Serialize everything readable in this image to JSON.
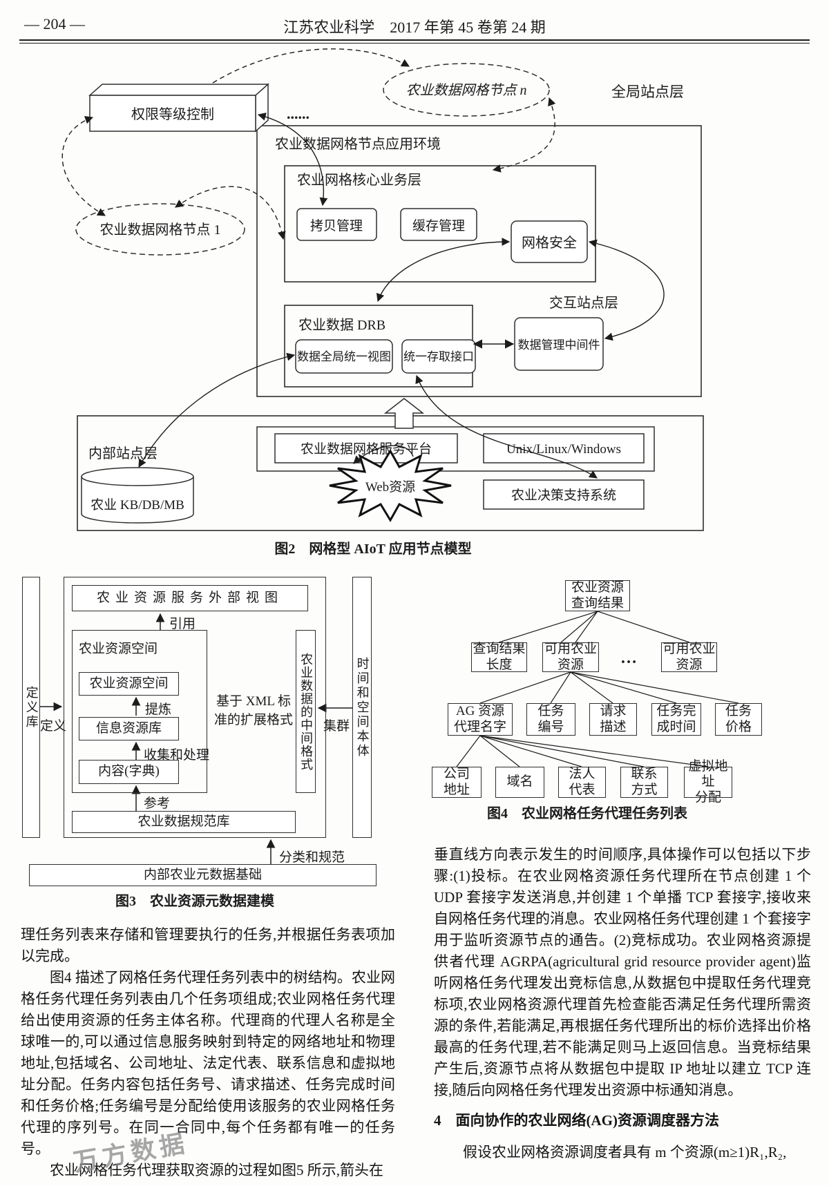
{
  "header": {
    "page_no": "— 204 —",
    "journal": "江苏农业科学　2017 年第 45 卷第 24 期"
  },
  "fig2": {
    "caption": "图2　网格型 AIoT 应用节点模型",
    "labels": {
      "perm_control": "权限等级控制",
      "dots": "......",
      "node_n": "农业数据网格节点 n",
      "global_layer": "全局站点层",
      "app_env": "农业数据网格节点应用环境",
      "core_layer": "农业网格核心业务层",
      "copy_mgmt": "拷贝管理",
      "cache_mgmt": "缓存管理",
      "grid_security": "网格安全",
      "node_1": "农业数据网格节点 1",
      "interact_layer": "交互站点层",
      "drb": "农业数据 DRB",
      "global_view": "数据全局统一视图",
      "unified_access": "统一存取接口",
      "data_middleware": "数据管理中间件",
      "internal_layer": "内部站点层",
      "kb": "农业 KB/DB/MB",
      "platform": "农业数据网格服务平台",
      "os": "Unix/Linux/Windows",
      "web": "Web资源",
      "dss": "农业决策支持系统"
    }
  },
  "fig3": {
    "caption": "图3　农业资源元数据建模",
    "labels": {
      "def_lib": "定义库",
      "define": "定义",
      "ext_view": "农业资源服务外部视图",
      "cite": "引用",
      "space_outer": "农业资源空间",
      "space_inner": "农业资源空间",
      "refine": "提炼",
      "info_lib": "信息资源库",
      "collect": "收集和处理",
      "content": "内容(字典)",
      "refer": "参考",
      "xml": "基于 XML 标\n准的扩展格式",
      "mid_format": "农业数据的中间格式",
      "cluster": "集群",
      "time_space": "时间和空间本体",
      "spec_lib": "农业数据规范库",
      "classify": "分类和规范",
      "meta_base": "内部农业元数据基础"
    }
  },
  "fig4": {
    "caption": "图4　农业网格任务代理任务列表",
    "nodes": {
      "root": "农业资源\n查询结果",
      "q_len": "查询结果\n长度",
      "avail1": "可用农业\n资源",
      "dots": "…",
      "avail2": "可用农业\n资源",
      "ag_name": "AG 资源\n代理名字",
      "task_no": "任务\n编号",
      "req_desc": "请求\n描述",
      "task_time": "任务完\n成时间",
      "task_price": "任务\n价格",
      "comp_addr": "公司\n地址",
      "domain": "域名",
      "legal": "法人\n代表",
      "contact": "联系\n方式",
      "vaddr": "虚拟地址\n分配"
    }
  },
  "body": {
    "left_p1": "理任务列表来存储和管理要执行的任务,并根据任务表项加以完成。",
    "left_p2": "图4 描述了网格任务代理任务列表中的树结构。农业网格任务代理任务列表由几个任务项组成;农业网格任务代理给出使用资源的任务主体名称。代理商的代理人名称是全球唯一的,可以通过信息服务映射到特定的网络地址和物理地址,包括域名、公司地址、法定代表、联系信息和虚拟地址分配。任务内容包括任务号、请求描述、任务完成时间和任务价格;任务编号是分配给使用该服务的农业网格任务代理的序列号。在同一合同中,每个任务都有唯一的任务号。",
    "left_p3": "农业网格任务代理获取资源的过程如图5 所示,箭头在",
    "right_p1": "垂直线方向表示发生的时间顺序,具体操作可以包括以下步骤:(1)投标。在农业网格资源任务代理所在节点创建 1 个UDP 套接字发送消息,并创建 1 个单播 TCP 套接字,接收来自网格任务代理的消息。农业网格任务代理创建 1 个套接字用于监听资源节点的通告。(2)竞标成功。农业网格资源提供者代理 AGRPA(agricultural grid resource provider agent)监听网格任务代理发出竞标信息,从数据包中提取任务代理竞标项,农业网格资源代理首先检查能否满足任务代理所需资源的条件,若能满足,再根据任务代理所出的标价选择出价格最高的任务代理,若不能满足则马上返回信息。当竞标结果产生后,资源节点将从数据包中提取 IP 地址以建立 TCP 连接,随后向网格任务代理发出资源中标通知消息。",
    "heading4": "4　面向协作的农业网络(AG)资源调度器方法",
    "right_p2": "假设农业网格资源调度者具有 m 个资源(m≥1)R₁,R₂,",
    "watermark": "万方数据"
  }
}
